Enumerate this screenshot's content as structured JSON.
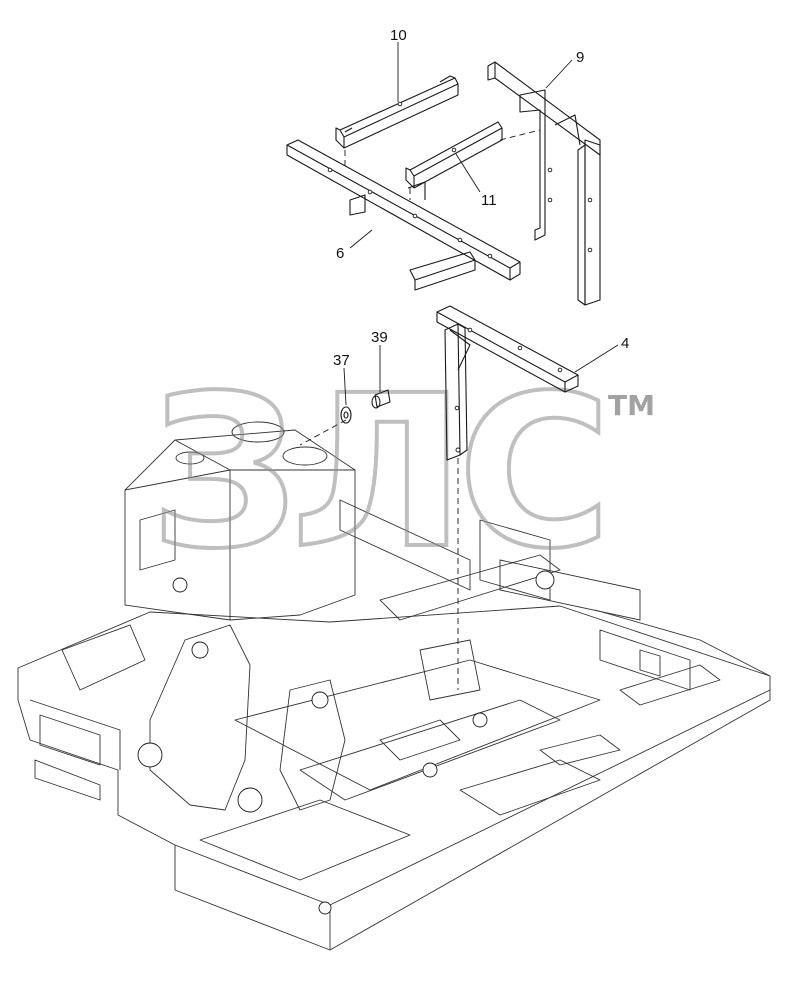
{
  "diagram": {
    "callouts": [
      {
        "id": "10",
        "label": "10"
      },
      {
        "id": "9",
        "label": "9"
      },
      {
        "id": "11",
        "label": "11"
      },
      {
        "id": "6",
        "label": "6"
      },
      {
        "id": "4",
        "label": "4"
      },
      {
        "id": "39",
        "label": "39"
      },
      {
        "id": "37",
        "label": "37"
      }
    ],
    "watermark": {
      "text": "ЗЛС",
      "trademark": "TM"
    },
    "colors": {
      "line": "#1a1a1a",
      "watermark": "#8c8c8c",
      "background": "#ffffff"
    }
  }
}
